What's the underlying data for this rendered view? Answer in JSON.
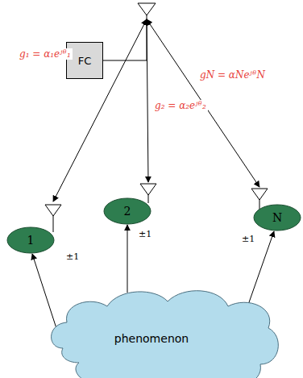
{
  "diagram": {
    "nodes": [
      {
        "text": [
          "FC"
        ]
      },
      {
        "text": [
          "1"
        ]
      },
      {
        "text": [
          "2"
        ]
      },
      {
        "text": [
          "N"
        ]
      },
      {
        "text": [
          "phenomenon"
        ]
      }
    ],
    "edges": [
      {
        "from": 0,
        "to": 1,
        "arrow": "both",
        "label": "g₁ = α₁eʲᶿ₁"
      },
      {
        "from": 0,
        "to": 2,
        "arrow": "both",
        "label": "g₂ = α₂eʲᶿ₂"
      },
      {
        "from": 0,
        "to": 3,
        "arrow": "both",
        "label": "gN = αNeʲᶿN"
      },
      {
        "from": 4,
        "to": 1,
        "arrow": "to",
        "label": "±1"
      },
      {
        "from": 4,
        "to": 2,
        "arrow": "to",
        "label": "±1"
      },
      {
        "from": 4,
        "to": 3,
        "arrow": "to",
        "label": "±1"
      }
    ]
  }
}
